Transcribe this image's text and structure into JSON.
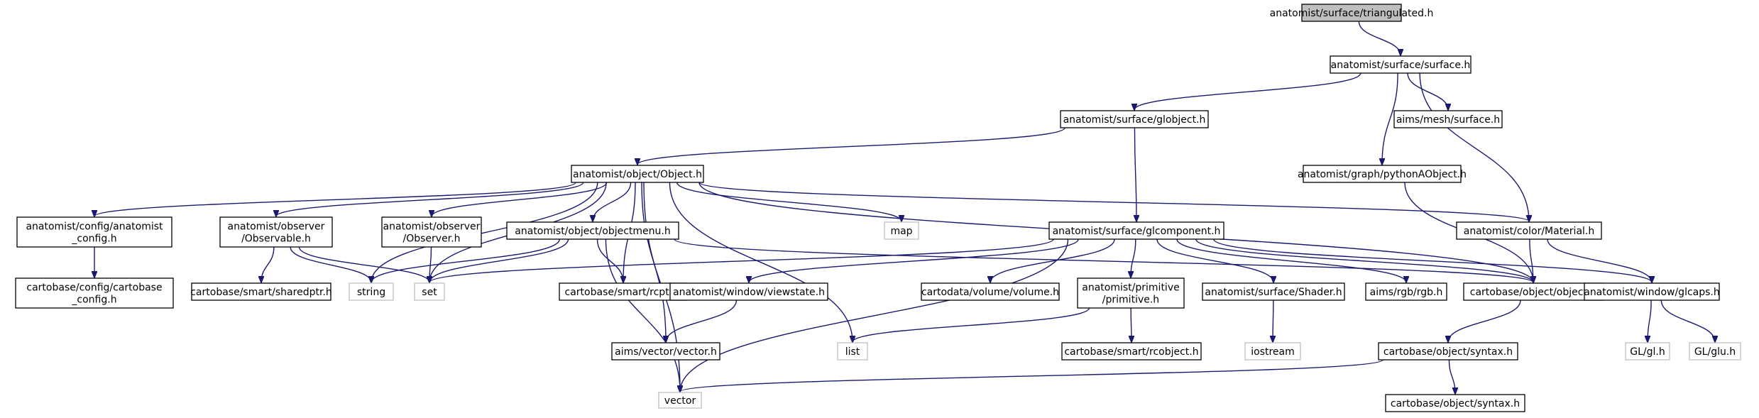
{
  "title": "",
  "colors": {
    "edge": "#191970",
    "root_fill": "#bfbfbf",
    "system_border": "#bfbfbf",
    "node_border": "#000000"
  },
  "nodes": [
    {
      "id": "triangulated",
      "lines": [
        "anatomist/surface/triangulated.h"
      ],
      "kind": "root"
    },
    {
      "id": "surface",
      "lines": [
        "anatomist/surface/surface.h"
      ],
      "kind": "normal"
    },
    {
      "id": "globject",
      "lines": [
        "anatomist/surface/globject.h"
      ],
      "kind": "normal"
    },
    {
      "id": "aims_mesh_surface",
      "lines": [
        "aims/mesh/surface.h"
      ],
      "kind": "normal"
    },
    {
      "id": "pythonaobject",
      "lines": [
        "anatomist/graph/pythonAObject.h"
      ],
      "kind": "normal"
    },
    {
      "id": "object_object",
      "lines": [
        "anatomist/object/Object.h"
      ],
      "kind": "normal"
    },
    {
      "id": "glcomponent",
      "lines": [
        "anatomist/surface/glcomponent.h"
      ],
      "kind": "normal"
    },
    {
      "id": "material",
      "lines": [
        "anatomist/color/Material.h"
      ],
      "kind": "normal"
    },
    {
      "id": "anatomist_config",
      "lines": [
        "anatomist/config/anatomist",
        "_config.h"
      ],
      "kind": "normal"
    },
    {
      "id": "observable",
      "lines": [
        "anatomist/observer",
        "/Observable.h"
      ],
      "kind": "normal"
    },
    {
      "id": "observer",
      "lines": [
        "anatomist/observer",
        "/Observer.h"
      ],
      "kind": "normal"
    },
    {
      "id": "objectmenu",
      "lines": [
        "anatomist/object/objectmenu.h"
      ],
      "kind": "normal"
    },
    {
      "id": "map",
      "lines": [
        "map"
      ],
      "kind": "system"
    },
    {
      "id": "cartobase_config",
      "lines": [
        "cartobase/config/cartobase",
        "_config.h"
      ],
      "kind": "normal"
    },
    {
      "id": "sharedptr",
      "lines": [
        "cartobase/smart/sharedptr.h"
      ],
      "kind": "normal"
    },
    {
      "id": "string",
      "lines": [
        "string"
      ],
      "kind": "system"
    },
    {
      "id": "set",
      "lines": [
        "set"
      ],
      "kind": "system"
    },
    {
      "id": "rcptr",
      "lines": [
        "cartobase/smart/rcptr.h"
      ],
      "kind": "normal"
    },
    {
      "id": "viewstate",
      "lines": [
        "anatomist/window/viewstate.h"
      ],
      "kind": "normal"
    },
    {
      "id": "volume",
      "lines": [
        "cartodata/volume/volume.h"
      ],
      "kind": "normal"
    },
    {
      "id": "primitive",
      "lines": [
        "anatomist/primitive",
        "/primitive.h"
      ],
      "kind": "normal"
    },
    {
      "id": "shader",
      "lines": [
        "anatomist/surface/Shader.h"
      ],
      "kind": "normal"
    },
    {
      "id": "rgb",
      "lines": [
        "aims/rgb/rgb.h"
      ],
      "kind": "normal"
    },
    {
      "id": "cartobase_object",
      "lines": [
        "cartobase/object/object.h"
      ],
      "kind": "normal"
    },
    {
      "id": "glcaps",
      "lines": [
        "anatomist/window/glcaps.h"
      ],
      "kind": "normal"
    },
    {
      "id": "aims_vector",
      "lines": [
        "aims/vector/vector.h"
      ],
      "kind": "normal"
    },
    {
      "id": "list",
      "lines": [
        "list"
      ],
      "kind": "system"
    },
    {
      "id": "rcobject",
      "lines": [
        "cartobase/smart/rcobject.h"
      ],
      "kind": "normal"
    },
    {
      "id": "iostream",
      "lines": [
        "iostream"
      ],
      "kind": "system"
    },
    {
      "id": "syntax1",
      "lines": [
        "cartobase/object/syntax.h"
      ],
      "kind": "normal"
    },
    {
      "id": "gl",
      "lines": [
        "GL/gl.h"
      ],
      "kind": "system"
    },
    {
      "id": "glu",
      "lines": [
        "GL/glu.h"
      ],
      "kind": "system"
    },
    {
      "id": "vector",
      "lines": [
        "vector"
      ],
      "kind": "system"
    },
    {
      "id": "syntax2",
      "lines": [
        "cartobase/object/syntax.h"
      ],
      "kind": "normal"
    }
  ],
  "edges": [
    [
      "triangulated",
      "surface"
    ],
    [
      "surface",
      "globject"
    ],
    [
      "surface",
      "aims_mesh_surface"
    ],
    [
      "surface",
      "pythonaobject"
    ],
    [
      "surface",
      "material"
    ],
    [
      "globject",
      "object_object"
    ],
    [
      "globject",
      "glcomponent"
    ],
    [
      "pythonaobject",
      "cartobase_object"
    ],
    [
      "object_object",
      "anatomist_config"
    ],
    [
      "object_object",
      "observable"
    ],
    [
      "object_object",
      "observer"
    ],
    [
      "object_object",
      "objectmenu"
    ],
    [
      "object_object",
      "map"
    ],
    [
      "object_object",
      "string"
    ],
    [
      "object_object",
      "set"
    ],
    [
      "object_object",
      "rcptr"
    ],
    [
      "object_object",
      "aims_vector"
    ],
    [
      "object_object",
      "list"
    ],
    [
      "object_object",
      "vector"
    ],
    [
      "object_object",
      "material"
    ],
    [
      "object_object",
      "cartobase_object"
    ],
    [
      "anatomist_config",
      "cartobase_config"
    ],
    [
      "observable",
      "sharedptr"
    ],
    [
      "observable",
      "string"
    ],
    [
      "observable",
      "set"
    ],
    [
      "observer",
      "set"
    ],
    [
      "objectmenu",
      "string"
    ],
    [
      "objectmenu",
      "set"
    ],
    [
      "objectmenu",
      "rcptr"
    ],
    [
      "objectmenu",
      "vector"
    ],
    [
      "objectmenu",
      "cartobase_object"
    ],
    [
      "glcomponent",
      "set"
    ],
    [
      "glcomponent",
      "viewstate"
    ],
    [
      "glcomponent",
      "volume"
    ],
    [
      "glcomponent",
      "primitive"
    ],
    [
      "glcomponent",
      "shader"
    ],
    [
      "glcomponent",
      "rgb"
    ],
    [
      "glcomponent",
      "cartobase_object"
    ],
    [
      "glcomponent",
      "glcaps"
    ],
    [
      "glcomponent",
      "vector"
    ],
    [
      "material",
      "cartobase_object"
    ],
    [
      "material",
      "glcaps"
    ],
    [
      "viewstate",
      "aims_vector"
    ],
    [
      "primitive",
      "list"
    ],
    [
      "primitive",
      "rcobject"
    ],
    [
      "shader",
      "iostream"
    ],
    [
      "cartobase_object",
      "syntax1"
    ],
    [
      "glcaps",
      "gl"
    ],
    [
      "glcaps",
      "glu"
    ],
    [
      "syntax1",
      "vector"
    ],
    [
      "syntax1",
      "syntax2"
    ]
  ]
}
